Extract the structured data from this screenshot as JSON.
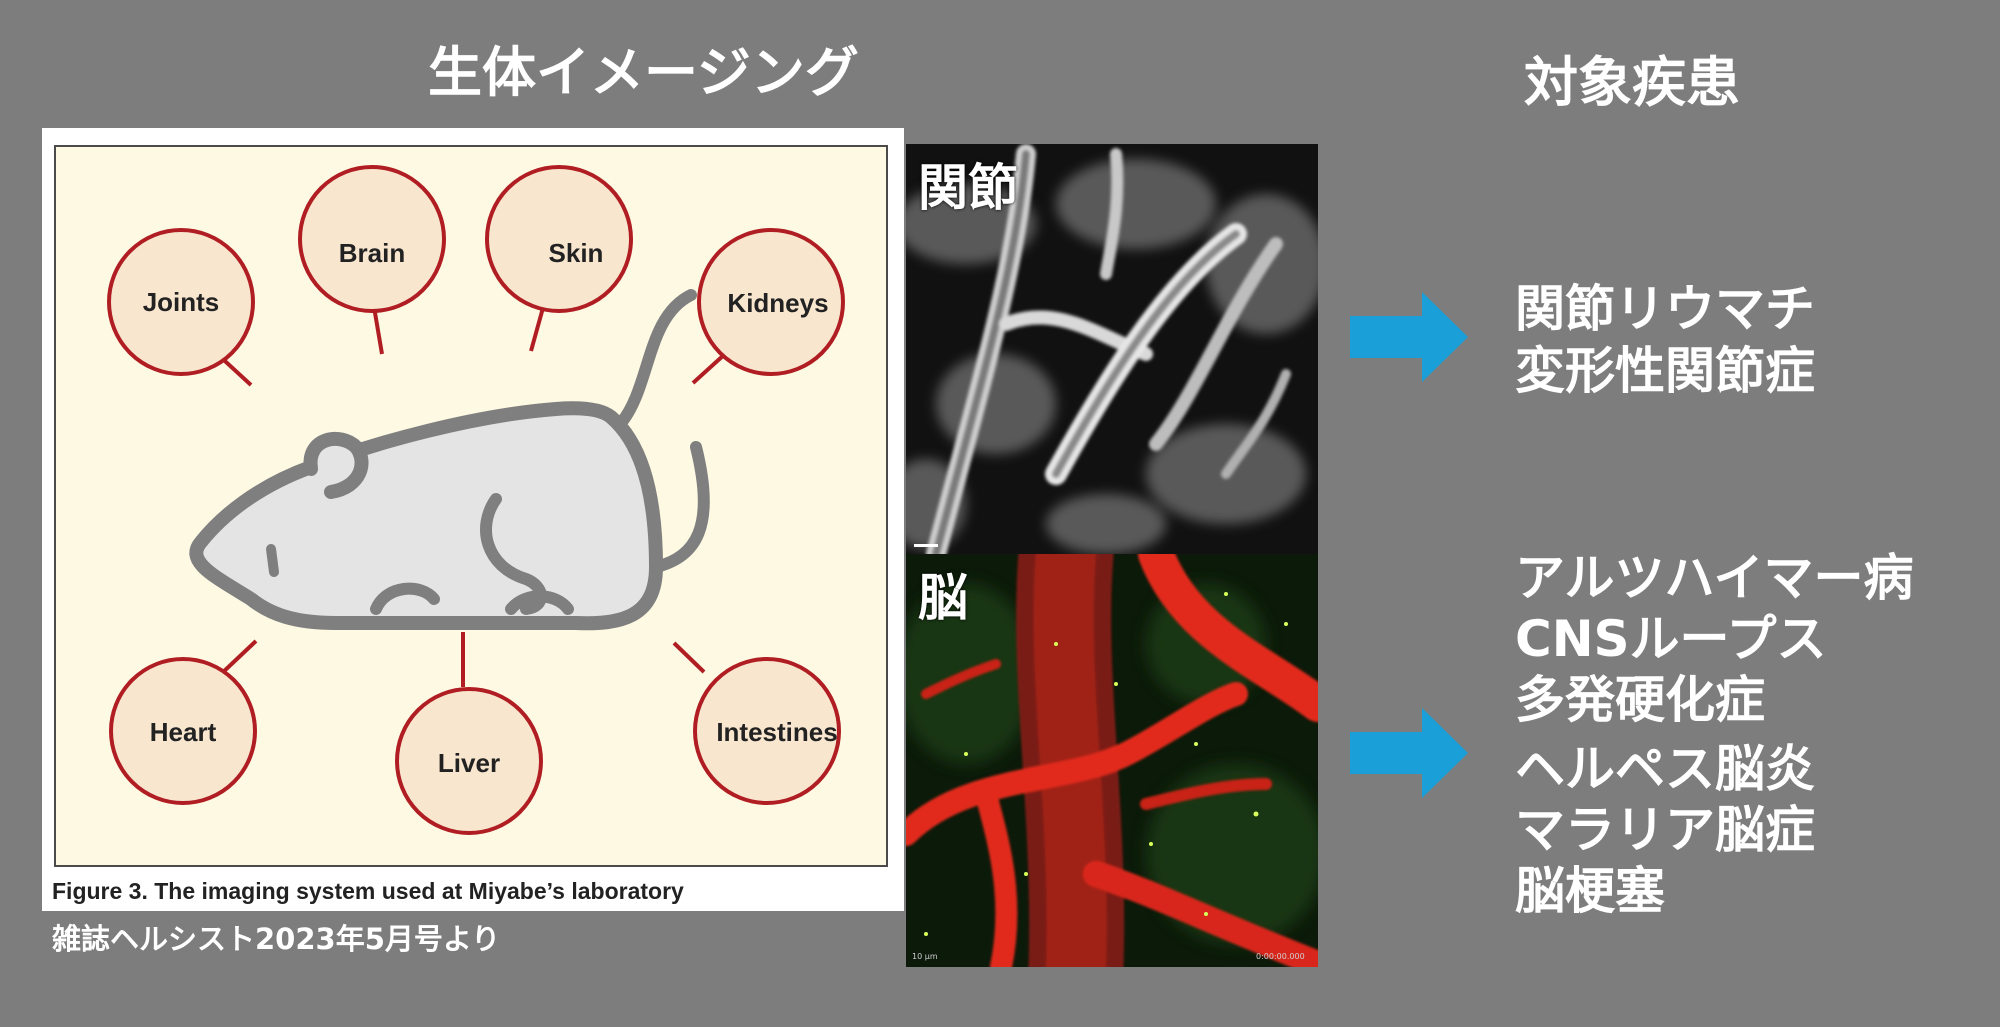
{
  "titles": {
    "left": "生体イメージング",
    "right": "対象疾患"
  },
  "figure": {
    "organs": [
      "Joints",
      "Brain",
      "Skin",
      "Kidneys",
      "Heart",
      "Liver",
      "Intestines"
    ],
    "caption": "Figure 3. The imaging system used at Miyabe’s laboratory",
    "source_note": "雑誌ヘルシスト2023年5月号より"
  },
  "micrographs": {
    "joint_label": "関節",
    "brain_label": "脳",
    "brain_scale_text": "10 µm",
    "brain_timestamp": "0:00:00.000"
  },
  "diseases": {
    "joint": [
      "関節リウマチ",
      "変形性関節症"
    ],
    "brain": [
      "アルツハイマー病",
      "CNSループス",
      "多発硬化症",
      "ヘルペス脳炎",
      "マラリア脳症",
      "脳梗塞"
    ]
  },
  "colors": {
    "background": "#7d7d7d",
    "arrow": "#1a9fd8",
    "circle_stroke": "#b01e23",
    "circle_fill": "#f8e6cf",
    "mouse_fill": "#e4e4e4",
    "mouse_stroke": "#7f7f7f"
  }
}
